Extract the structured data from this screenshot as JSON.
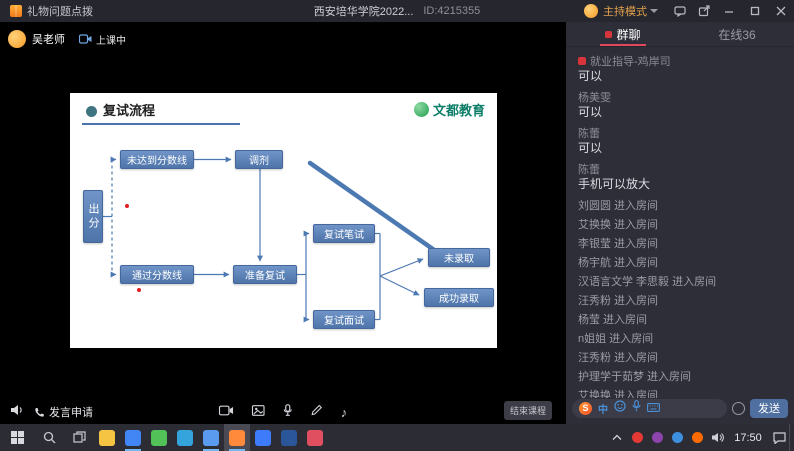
{
  "titlebar": {
    "gift_label": "礼物问题点拨",
    "title": "西安培华学院2022...",
    "room_id": "ID:4215355",
    "mode_label": "主持模式"
  },
  "stage": {
    "teacher_name": "吴老师",
    "live_status": "上课中",
    "slide": {
      "title": "复试流程",
      "brand": "文都教育",
      "nodes": {
        "score": "出分",
        "below": "未达到分数线",
        "adjust": "调剂",
        "pass": "通过分数线",
        "prepare": "准备复试",
        "written": "复试笔试",
        "interview": "复试面试",
        "rejected": "未录取",
        "admitted": "成功录取"
      }
    },
    "toolbar": {
      "speak_request_label": "发言申请",
      "end_class_label": "结束课程"
    }
  },
  "chat": {
    "tabs": [
      {
        "label": "群聊"
      },
      {
        "label": "在线36"
      }
    ],
    "messages": [
      {
        "type": "chat",
        "name": "就业指导-鸡岸司",
        "badge": true,
        "text": "可以"
      },
      {
        "type": "chat",
        "name": "杨美雯",
        "text": "可以"
      },
      {
        "type": "chat",
        "name": "陈蕾",
        "text": "可以"
      },
      {
        "type": "chat",
        "name": "陈蕾",
        "text": "手机可以放大"
      },
      {
        "type": "event",
        "text": "刘圆圆 进入房间"
      },
      {
        "type": "event",
        "text": "艾换换 进入房间"
      },
      {
        "type": "event",
        "text": "李银莹 进入房间"
      },
      {
        "type": "event",
        "text": "杨宇航 进入房间"
      },
      {
        "type": "event",
        "text": "汉语言文学 李思毅 进入房间"
      },
      {
        "type": "event",
        "text": "汪秀粉 进入房间"
      },
      {
        "type": "event",
        "text": "杨莹 进入房间"
      },
      {
        "type": "event",
        "text": "n姐姐 进入房间"
      },
      {
        "type": "event",
        "text": "汪秀粉 进入房间"
      },
      {
        "type": "event",
        "text": "护理学于茹梦 进入房间"
      },
      {
        "type": "event",
        "text": "艾换换 进入房间"
      }
    ],
    "ime": {
      "logo": "S",
      "mode": "中"
    },
    "send_label": "发送"
  },
  "taskbar": {
    "time": "17:50",
    "apps": [
      {
        "icon": "file-explorer",
        "color": "#f6c443",
        "running": false,
        "active": false
      },
      {
        "icon": "chrome-browser",
        "color": "#4285f4",
        "running": true,
        "active": false
      },
      {
        "icon": "wechat",
        "color": "#52c158",
        "running": false,
        "active": false
      },
      {
        "icon": "edge-browser",
        "color": "#35a3dc",
        "running": false,
        "active": false
      },
      {
        "icon": "qq",
        "color": "#5a9bf0",
        "running": true,
        "active": false
      },
      {
        "icon": "live-class-app",
        "color": "#ff8a3c",
        "running": true,
        "active": true
      },
      {
        "icon": "dingtalk",
        "color": "#3e7bfa",
        "running": false,
        "active": false
      },
      {
        "icon": "word",
        "color": "#2b579a",
        "running": false,
        "active": false
      },
      {
        "icon": "music-player",
        "color": "#e04f5f",
        "running": false,
        "active": false
      }
    ],
    "tray": [
      {
        "icon": "messenger",
        "color": "#e53935"
      },
      {
        "icon": "security",
        "color": "#8e44ad"
      },
      {
        "icon": "cloud",
        "color": "#3d8fe0"
      },
      {
        "icon": "sogou-input",
        "color": "#ff6a00"
      }
    ]
  },
  "colors": {
    "accent_blue": "#4d79b3",
    "tab_underline": "#e0485c",
    "send_button": "#4e6f9f",
    "brand_green": "#2aa14f"
  }
}
